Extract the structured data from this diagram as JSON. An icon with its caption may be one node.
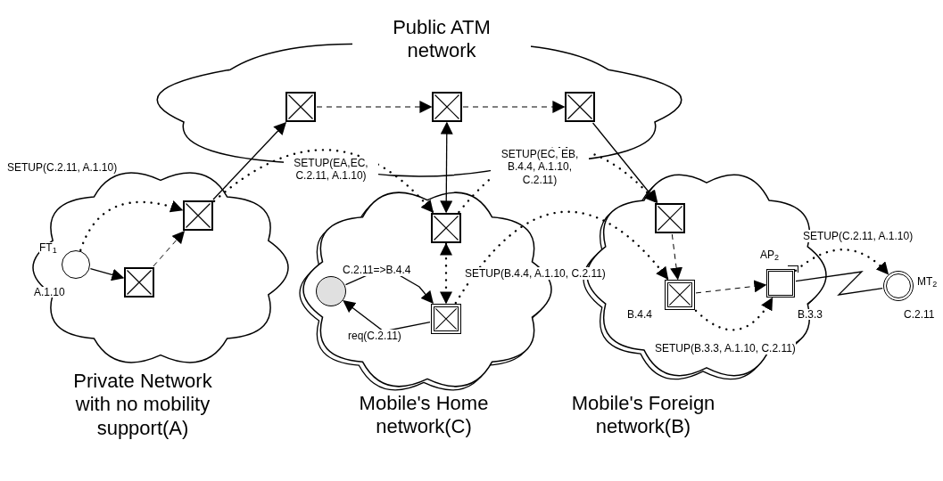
{
  "diagram": {
    "nodes": [
      {
        "text": [
          "Public ATM network"
        ]
      },
      {
        "text": [
          "Private Network with no mobility support(A)"
        ]
      },
      {
        "text": [
          "Mobile's Home network(C)"
        ]
      },
      {
        "text": [
          "Mobile's Foreign network(B)"
        ]
      },
      {
        "text": [],
        "shape": "box",
        "in": 0
      },
      {
        "text": [],
        "shape": "box",
        "in": 0
      },
      {
        "text": [],
        "shape": "box",
        "in": 0
      },
      {
        "text": [],
        "shape": "box",
        "in": 1
      },
      {
        "text": [],
        "shape": "box",
        "in": 1
      },
      {
        "text": [],
        "shape": "circle",
        "in": 1,
        "beside": [
          "FT$_{1}$",
          "A.1.10"
        ]
      },
      {
        "text": [],
        "shape": "box",
        "in": 2
      },
      {
        "text": [],
        "shape": "box",
        "in": 2
      },
      {
        "text": [],
        "shape": "circle",
        "in": 2
      },
      {
        "text": [],
        "shape": "box",
        "in": 3
      },
      {
        "text": [],
        "shape": "box",
        "in": 3,
        "beside": [
          "B.4.4"
        ]
      },
      {
        "text": [],
        "shape": "box",
        "in": 3,
        "beside": [
          "AP$_{2}$",
          "B.3.3"
        ]
      },
      {
        "text": [],
        "shape": "circle",
        "beside": [
          "MT$_{2}$",
          "C.2.11"
        ]
      }
    ],
    "edges": [
      {
        "from": 9,
        "to": 8,
        "arrow": "to"
      },
      {
        "from": 8,
        "to": 7,
        "arrow": "to",
        "style": "dashed"
      },
      {
        "from": 7,
        "to": 4,
        "arrow": "to"
      },
      {
        "from": 4,
        "to": 5,
        "arrow": "to",
        "style": "dashed"
      },
      {
        "from": 5,
        "to": 6,
        "arrow": "to",
        "style": "dashed"
      },
      {
        "from": 10,
        "to": 5,
        "arrow": "both"
      },
      {
        "from": 6,
        "to": 13,
        "arrow": "to"
      },
      {
        "from": 10,
        "to": 11,
        "arrow": "both",
        "style": "dashed"
      },
      {
        "from": 13,
        "to": 14,
        "arrow": "to",
        "style": "dashed"
      },
      {
        "from": 14,
        "to": 15,
        "arrow": "to",
        "style": "dashed"
      },
      {
        "from": 15,
        "to": 16,
        "arrow": "none"
      },
      {
        "from": 9,
        "to": 7,
        "arrow": "to",
        "style": "dashed",
        "label": "SETUP(C.2.11, A.1.10)"
      },
      {
        "from": 7,
        "to": 10,
        "arrow": "to",
        "style": "dashed",
        "label": "SETUP(EA,EC, C.2.11, A.1.10)"
      },
      {
        "from": 10,
        "to": 13,
        "arrow": "to",
        "style": "dashed",
        "label": "SETUP(EC, EB, B.4.4, A.1.10, C.2.11)"
      },
      {
        "from": 11,
        "to": 14,
        "arrow": "to",
        "style": "dashed",
        "label": "SETUP(B.4.4, A.1.10, C.2.11)"
      },
      {
        "from": 14,
        "to": 15,
        "arrow": "to",
        "style": "dashed",
        "label": "SETUP(B.3.3, A.1.10, C.2.11)"
      },
      {
        "from": 15,
        "to": 16,
        "arrow": "to",
        "style": "dashed",
        "label": "SETUP(C.2.11, A.1.10)"
      },
      {
        "from": 12,
        "to": 11,
        "arrow": "to",
        "label": "C.2.11=>B.4.4"
      },
      {
        "from": 11,
        "to": 12,
        "arrow": "to",
        "label": "req(C.2.11)"
      }
    ]
  }
}
